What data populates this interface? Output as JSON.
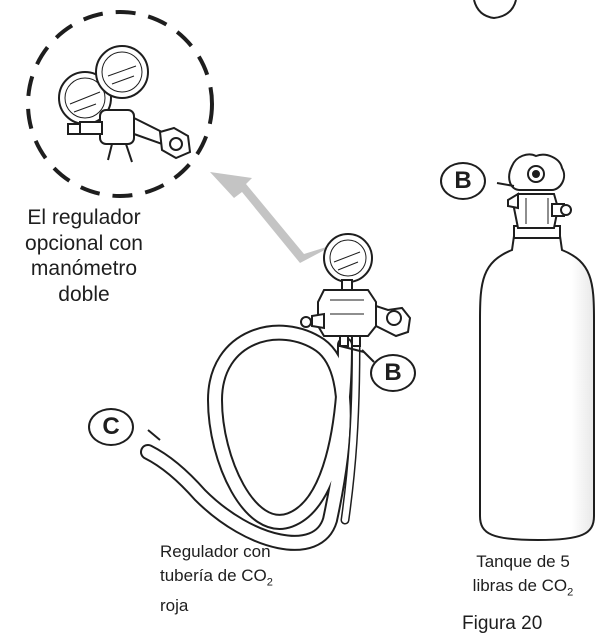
{
  "callouts": {
    "tank_valve": "B",
    "regulator": "B",
    "tubing": "C"
  },
  "labels": {
    "optional_regulator": [
      "El regulador",
      "opcional con",
      "manómetro",
      "doble"
    ],
    "regulator": {
      "line1": "Regulador con",
      "line2_prefix": "tubería de CO",
      "line2_sub": "2",
      "line3": "roja"
    },
    "tank": {
      "line1": "Tanque de 5",
      "line2_prefix": "libras de CO",
      "line2_sub": "2"
    },
    "figure": "Figura 20"
  },
  "colors": {
    "line": "#1e1e1e",
    "arrow": "#c4c4c4",
    "dashed_circle": "#1e1e1e"
  }
}
